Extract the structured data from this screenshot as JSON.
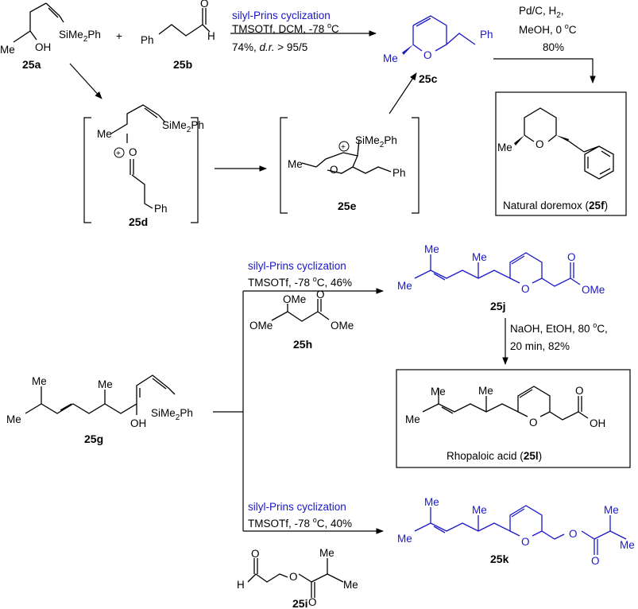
{
  "compounds": {
    "c25a": "25a",
    "c25b": "25b",
    "c25c": "25c",
    "c25d": "25d",
    "c25e": "25e",
    "c25f_label": "Natural doremox (",
    "c25f_num": "25f",
    "c25f_close": ")",
    "c25g": "25g",
    "c25h": "25h",
    "c25i": "25i",
    "c25j": "25j",
    "c25k": "25k",
    "c25l_label": "Rhopaloic acid (",
    "c25l_num": "25l",
    "c25l_close": ")"
  },
  "atoms": {
    "oh": "OH",
    "me": "Me",
    "ph": "Ph",
    "o": "O",
    "h": "H",
    "sime2ph": "SiMe",
    "sub2": "2",
    "ph_suffix": "Ph",
    "ome": "OMe",
    "oh_acid": "OH",
    "plus": "+"
  },
  "conditions": {
    "top_prins": "silyl-Prins cyclization",
    "top_reagent": "TMSOTf, DCM, -78 ",
    "top_reagent_deg": "o",
    "top_reagent_c": "C",
    "top_yield_a": "74%, ",
    "top_yield_dr": "d.r.",
    "top_yield_b": " > 95/5",
    "hydro_1": "Pd/C, H",
    "hydro_1_sub": "2",
    "hydro_1_end": ",",
    "hydro_2": "MeOH, 0 ",
    "hydro_2_deg": "o",
    "hydro_2_c": "C",
    "hydro_3": "80%",
    "mid_prins": "silyl-Prins cyclization",
    "mid_reagent": "TMSOTf, -78 ",
    "mid_deg": "o",
    "mid_c": "C, 46%",
    "saponify_1": "NaOH, EtOH, 80 ",
    "saponify_deg": "o",
    "saponify_c": "C,",
    "saponify_2": "20 min, 82%",
    "bot_prins": "silyl-Prins cyclization",
    "bot_reagent": "TMSOTf, -78 ",
    "bot_deg": "o",
    "bot_c": "C, 40%"
  },
  "colors": {
    "highlight": "#1a17c8",
    "ink": "#000000"
  }
}
